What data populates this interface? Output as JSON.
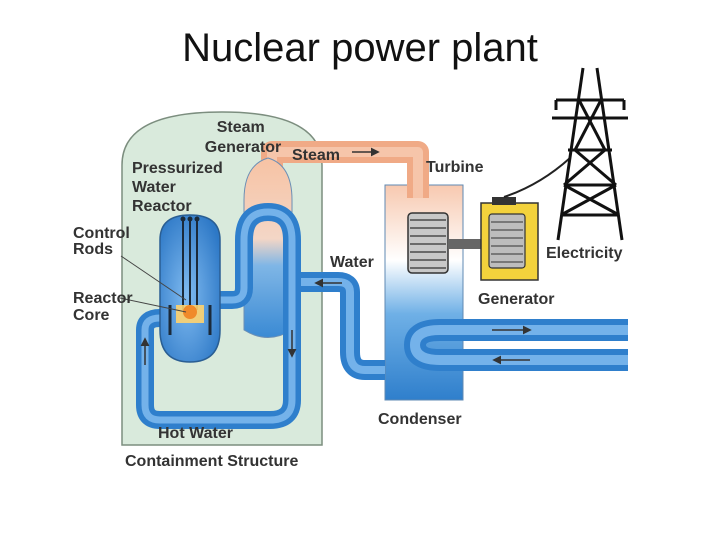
{
  "slide": {
    "title": "Nuclear power plant"
  },
  "diagram": {
    "labels": {
      "steam_generator": [
        "Steam",
        "Generator"
      ],
      "steam": "Steam",
      "turbine": "Turbine",
      "pressurized_water_reactor": [
        "Pressurized",
        "Water",
        "Reactor"
      ],
      "control_rods": [
        "Control",
        "Rods"
      ],
      "water": "Water",
      "electricity": "Electricity",
      "reactor_core": [
        "Reactor",
        "Core"
      ],
      "generator": "Generator",
      "condenser": "Condenser",
      "hot_water": "Hot Water",
      "containment_structure": "Containment Structure"
    },
    "colors": {
      "containment_fill": "#d9eadc",
      "pipe_blue": "#3d8fd6",
      "pipe_steam": "#f4b08c",
      "generator_yellow": "#f3d23c",
      "label_gray": "#333333"
    }
  }
}
